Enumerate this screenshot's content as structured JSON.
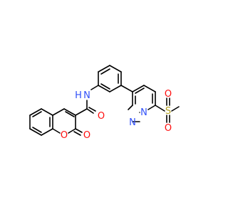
{
  "molecule": {
    "atom_labels": {
      "nh": "N",
      "h": "H",
      "amide_o": "O",
      "ring_o": "O",
      "lactone_o": "O",
      "n1": "N",
      "n2": "N",
      "s": "S",
      "so_top": "O",
      "so_bottom": "O"
    }
  },
  "colors": {
    "bond": "#000000",
    "nitrogen": "#3050F8",
    "oxygen": "#FF0D0D",
    "sulfur": "#B2A01E"
  }
}
